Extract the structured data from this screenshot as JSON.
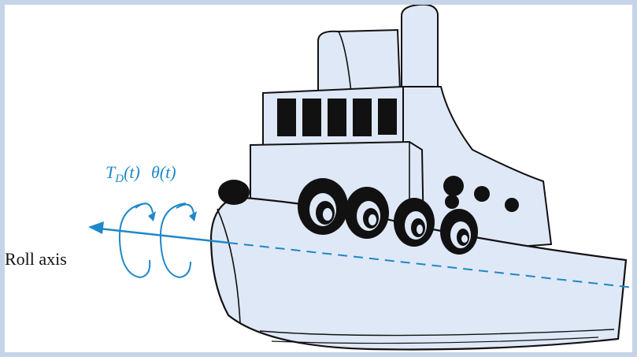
{
  "diagram": {
    "roll_axis_label": "Roll axis",
    "torque_label_main": "T",
    "torque_label_sub": "D",
    "torque_label_arg": "(t)",
    "angle_label": "θ(t)",
    "colors": {
      "frame": "#c5d4e8",
      "hull_fill": "#dfe8f6",
      "outline": "#111111",
      "axis_blue": "#1e88c8"
    }
  }
}
